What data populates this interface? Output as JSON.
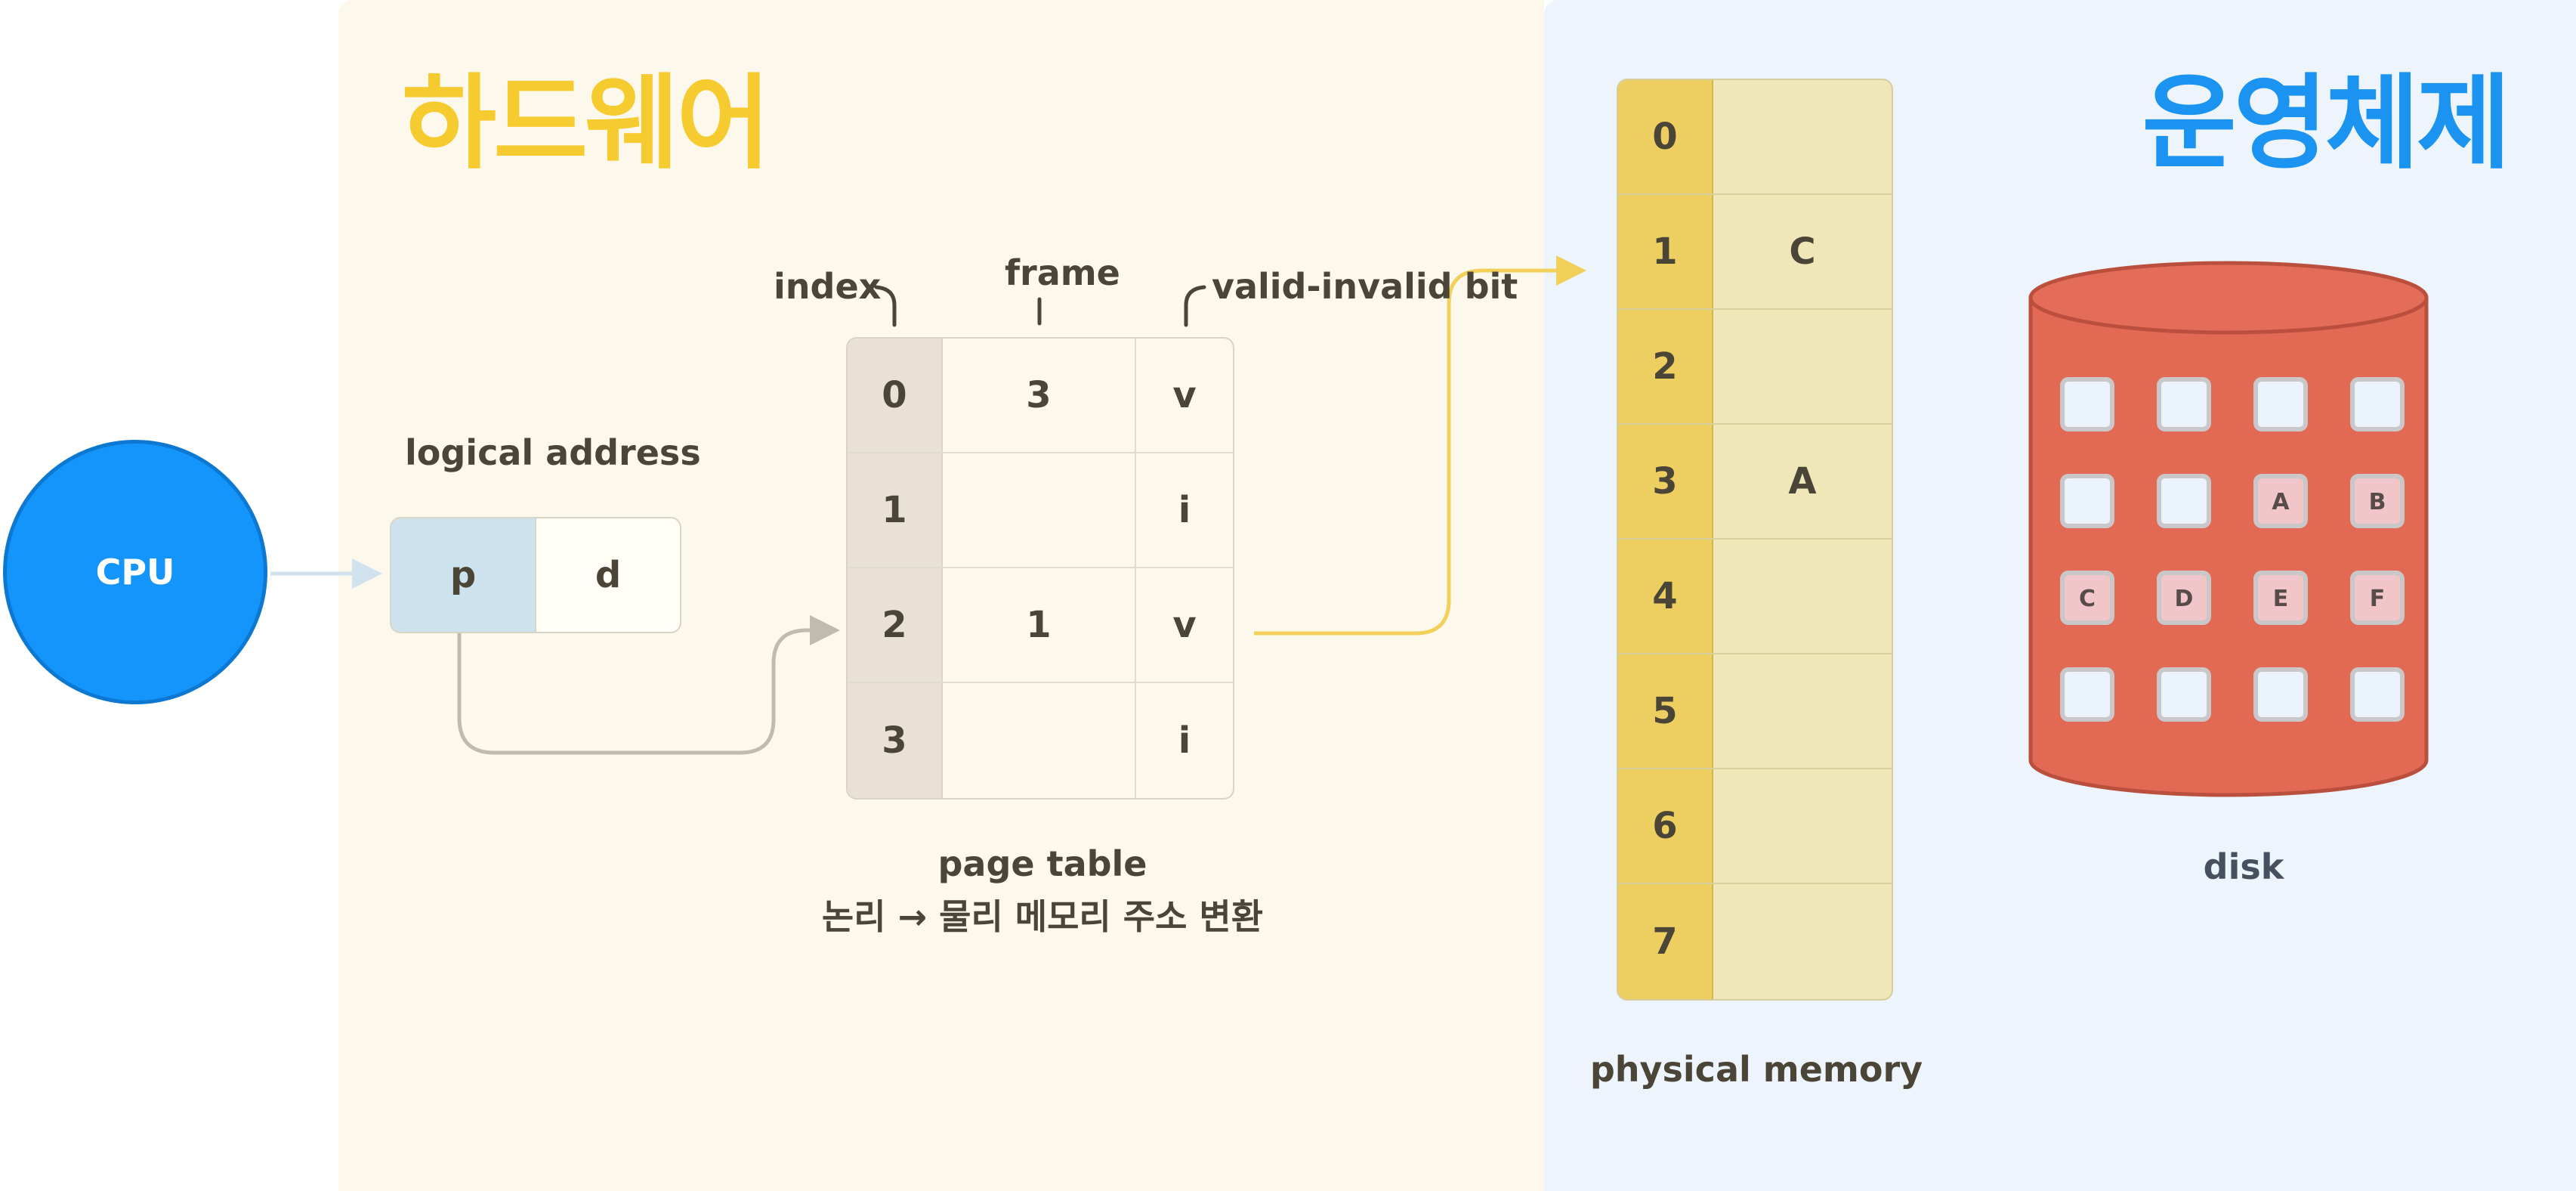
{
  "sections": {
    "hardware_title": "하드웨어",
    "os_title": "운영체제"
  },
  "cpu": {
    "label": "CPU"
  },
  "logical_address": {
    "label": "logical address",
    "p": "p",
    "d": "d"
  },
  "page_table": {
    "column_labels": {
      "index": "index",
      "frame": "frame",
      "bit": "valid-invalid bit"
    },
    "rows": [
      {
        "index": "0",
        "frame": "3",
        "bit": "v"
      },
      {
        "index": "1",
        "frame": "",
        "bit": "i"
      },
      {
        "index": "2",
        "frame": "1",
        "bit": "v"
      },
      {
        "index": "3",
        "frame": "",
        "bit": "i"
      }
    ],
    "caption_line1": "page table",
    "caption_line2": "논리 → 물리 메모리 주소 변환"
  },
  "physical_memory": {
    "label": "physical memory",
    "frames": [
      {
        "index": "0",
        "content": ""
      },
      {
        "index": "1",
        "content": "C"
      },
      {
        "index": "2",
        "content": ""
      },
      {
        "index": "3",
        "content": "A"
      },
      {
        "index": "4",
        "content": ""
      },
      {
        "index": "5",
        "content": ""
      },
      {
        "index": "6",
        "content": ""
      },
      {
        "index": "7",
        "content": ""
      }
    ]
  },
  "disk": {
    "label": "disk",
    "blocks": [
      [
        "",
        "",
        "",
        ""
      ],
      [
        "",
        "",
        "A",
        "B"
      ],
      [
        "C",
        "D",
        "E",
        "F"
      ],
      [
        "",
        "",
        "",
        ""
      ]
    ]
  },
  "colors": {
    "hardware_panel": "#FDF8EC",
    "os_panel": "#EDF4FC",
    "hardware_title": "#F6CB2F",
    "os_title": "#1A93F1",
    "cpu": "#1495FB",
    "disk_body": "#E26A55",
    "memory_index": "#ECCF60",
    "memory_cell": "#EFE7B8",
    "arrow_memory": "#F3D05A",
    "arrow_p": "#BFBBAE",
    "arrow_cpu": "#CFE2EE",
    "empty_block": "#EAF3FB",
    "page_block": "#F1C6CA"
  }
}
